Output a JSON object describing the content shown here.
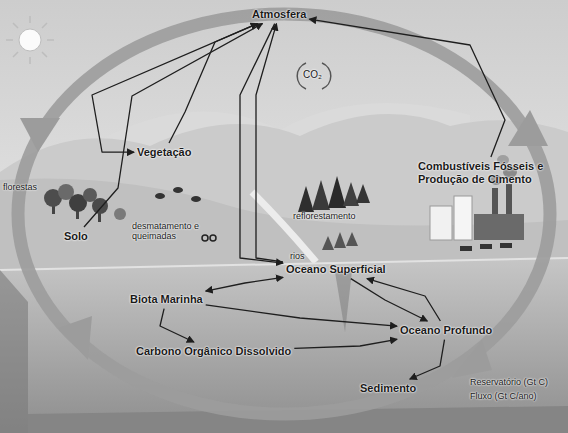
{
  "diagram": {
    "nodes": [
      {
        "text": [
          "Atmosfera"
        ]
      },
      {
        "text": [
          "Vegetação"
        ]
      },
      {
        "text": [
          "Solo"
        ]
      },
      {
        "text": [
          "Oceano Superficial"
        ]
      },
      {
        "text": [
          "Biota Marinha"
        ]
      },
      {
        "text": [
          "Carbono Orgânico Dissolvido"
        ]
      },
      {
        "text": [
          "Oceano Profundo"
        ]
      },
      {
        "text": [
          "Sedimento"
        ]
      },
      {
        "text": [
          "Combustíveis Fósseis e Produção de Cimento"
        ]
      }
    ],
    "edges": [
      {
        "from": 0,
        "to": 3,
        "arrow": "to"
      },
      {
        "from": 3,
        "to": 0,
        "arrow": "to"
      },
      {
        "from": 0,
        "to": 1,
        "arrow": "to"
      },
      {
        "from": 1,
        "to": 0,
        "arrow": "to"
      },
      {
        "from": 8,
        "to": 0,
        "arrow": "to"
      },
      {
        "from": 4,
        "to": 3,
        "arrow": "both"
      },
      {
        "from": 4,
        "to": 6,
        "arrow": "to"
      },
      {
        "from": 4,
        "to": 5,
        "arrow": "to"
      },
      {
        "from": 5,
        "to": 6,
        "arrow": "to"
      },
      {
        "from": 3,
        "to": 6,
        "arrow": "to"
      },
      {
        "from": 6,
        "to": 3,
        "arrow": "to"
      },
      {
        "from": 6,
        "to": 7,
        "arrow": "to"
      },
      {
        "from": 2,
        "to": 0,
        "arrow": "to"
      }
    ],
    "labels": [
      "florestas",
      "desmatamento e queimadas",
      "reflorestamento",
      "rios",
      "CO₂",
      "Reservatório (Gt C)",
      "Fluxo (Gt C/ano)"
    ]
  }
}
